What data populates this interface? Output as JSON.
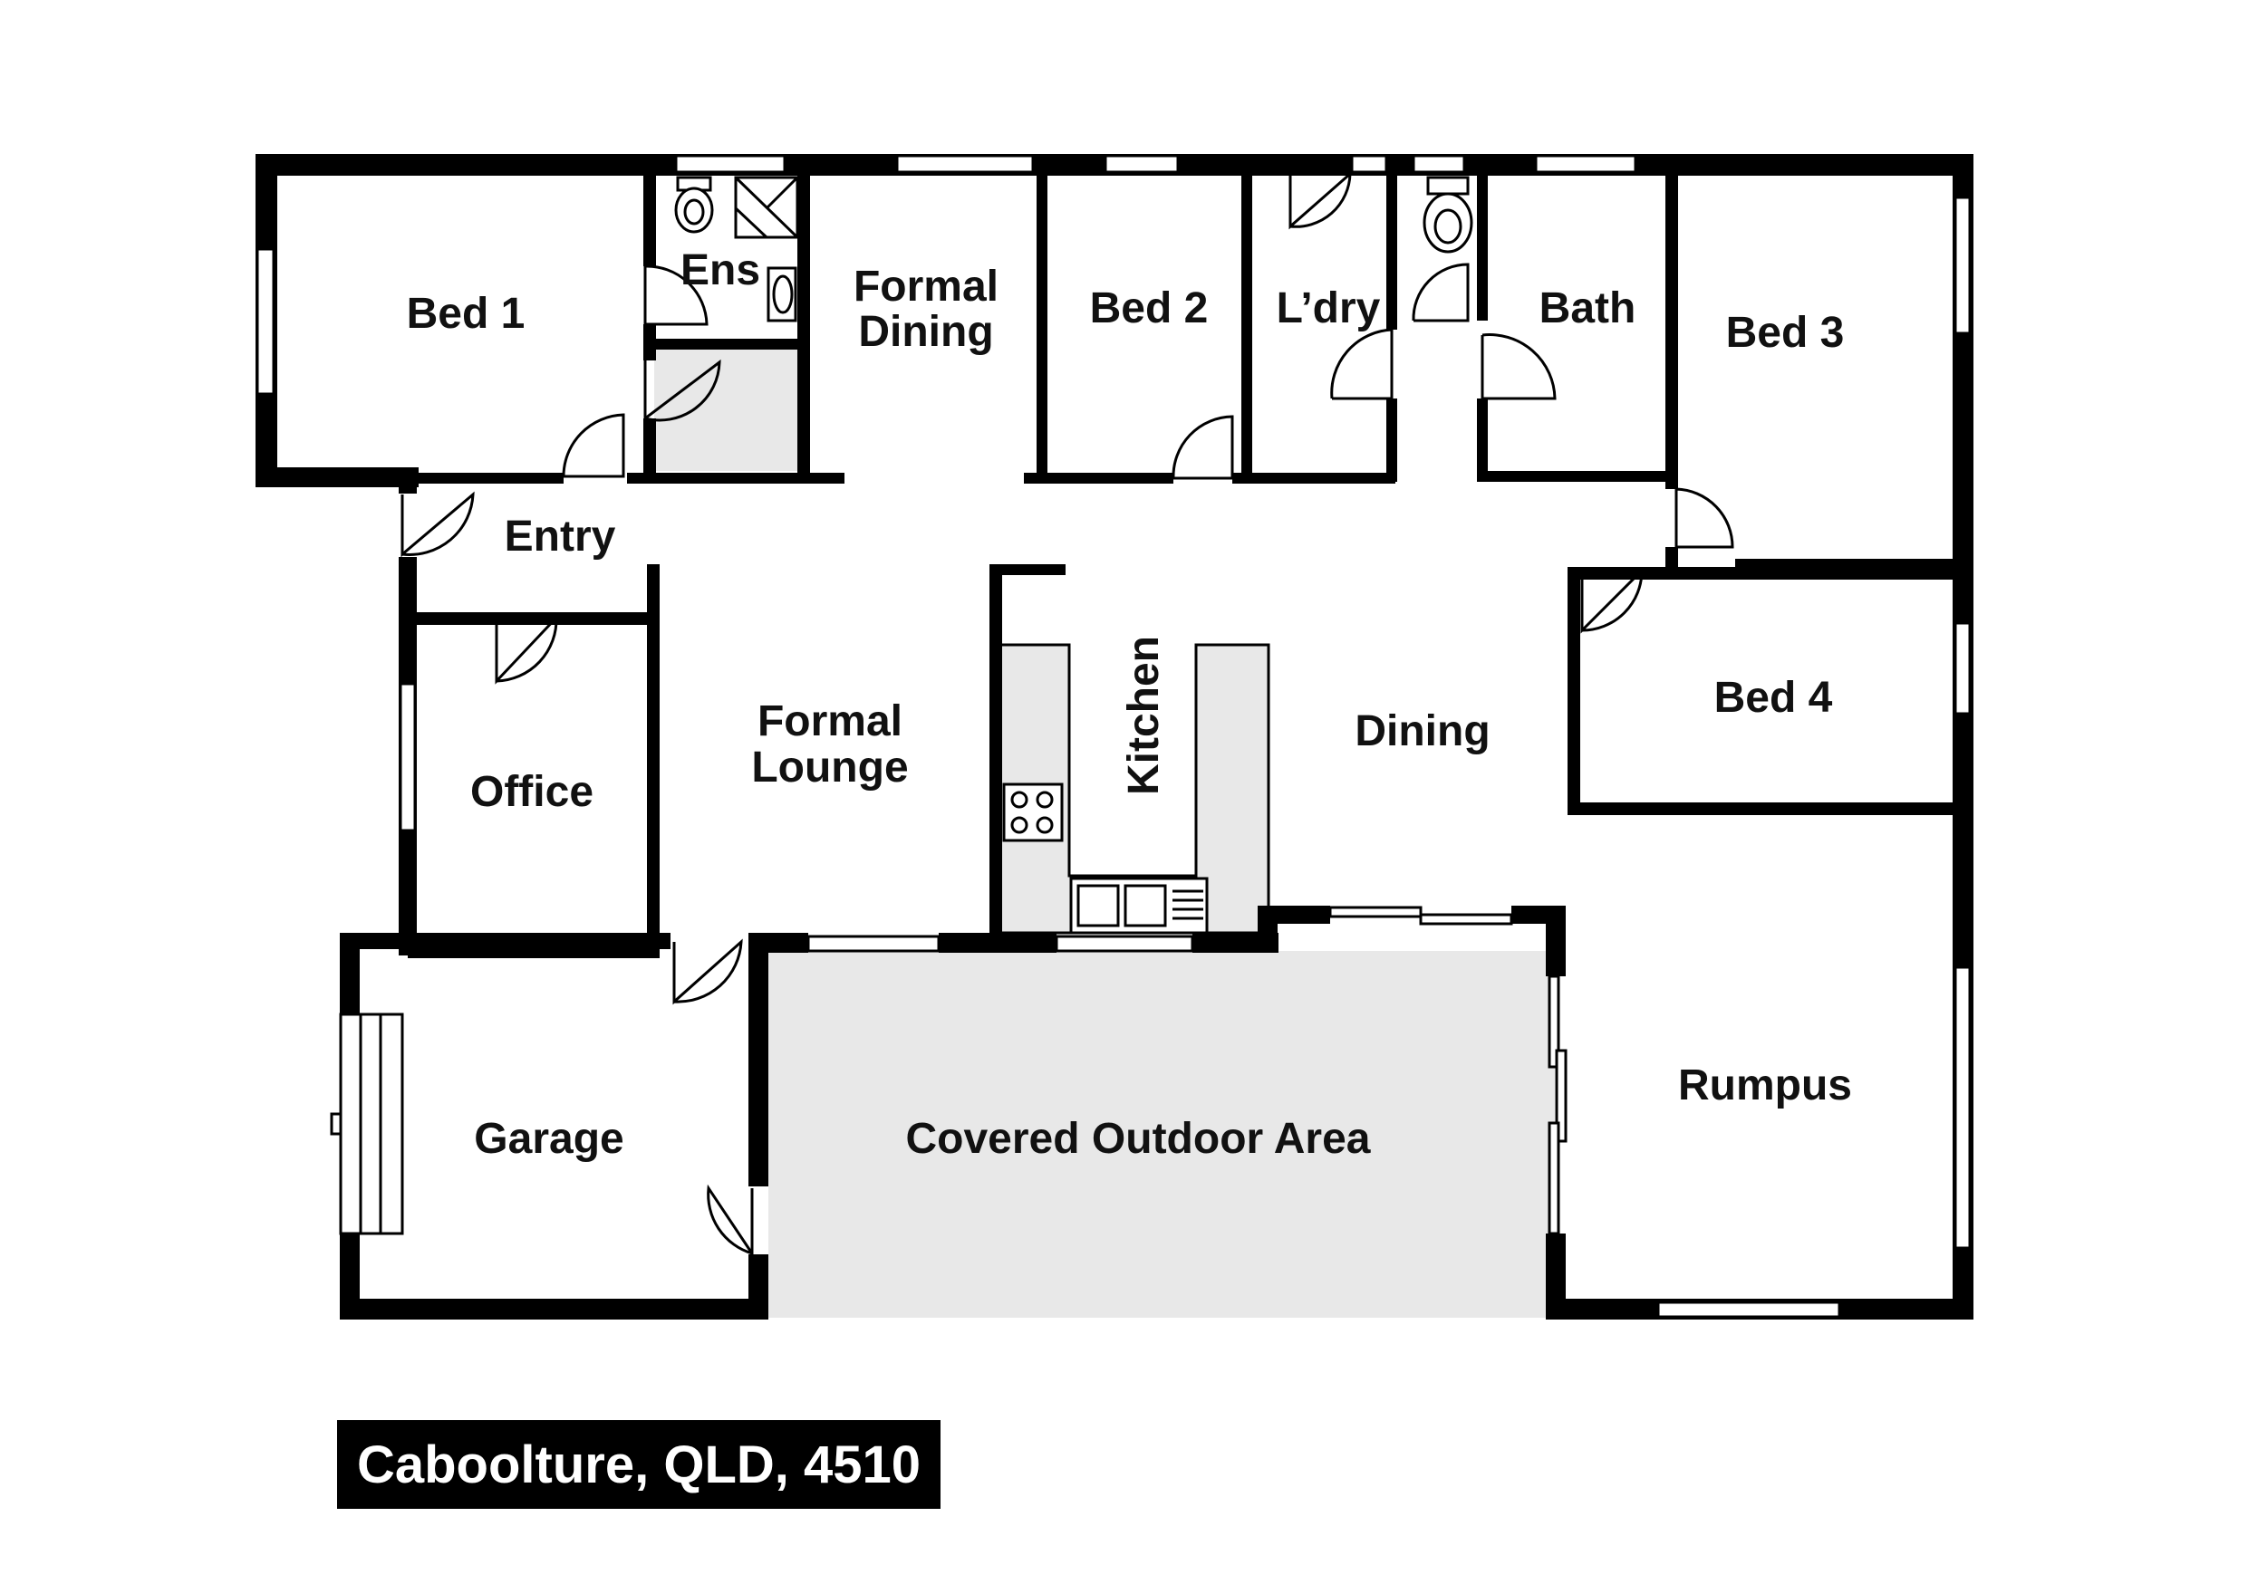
{
  "rooms": {
    "bed1": "Bed 1",
    "ens": "Ens",
    "formal_dining_1": "Formal",
    "formal_dining_2": "Dining",
    "bed2": "Bed 2",
    "laundry": "L’dry",
    "bath": "Bath",
    "bed3": "Bed 3",
    "entry": "Entry",
    "office": "Office",
    "formal_lounge_1": "Formal",
    "formal_lounge_2": "Lounge",
    "kitchen": "Kitchen",
    "dining": "Dining",
    "bed4": "Bed 4",
    "garage": "Garage",
    "covered_outdoor": "Covered Outdoor Area",
    "rumpus": "Rumpus"
  },
  "caption": "Caboolture, QLD, 4510",
  "colors": {
    "wall": "#000000",
    "shade": "#e8e8e8",
    "caption_bg": "#000000",
    "caption_text": "#ffffff"
  }
}
